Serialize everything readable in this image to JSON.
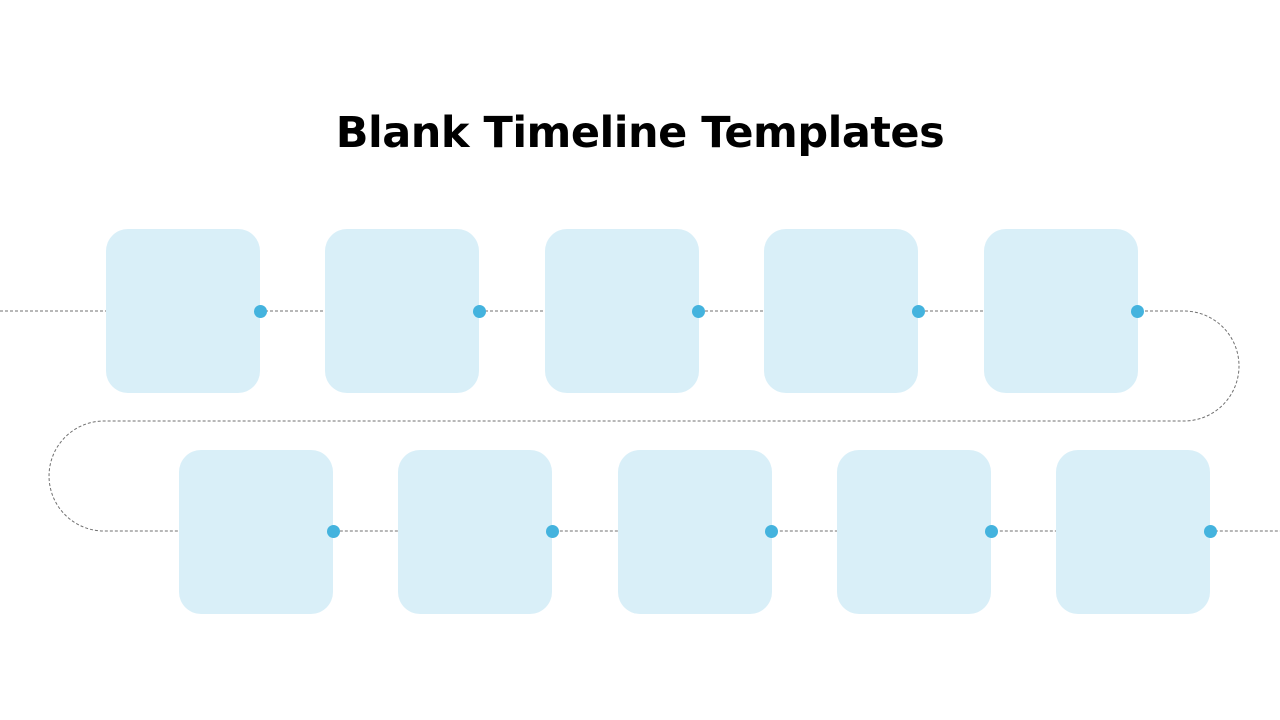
{
  "title": "Blank Timeline Templates",
  "colors": {
    "box_fill": "#d9eff8",
    "dot": "#44b3de",
    "connector": "#707070",
    "title": "#000000"
  },
  "timeline": {
    "rows": [
      {
        "row": 1,
        "steps": [
          {
            "index": 1,
            "label": ""
          },
          {
            "index": 2,
            "label": ""
          },
          {
            "index": 3,
            "label": ""
          },
          {
            "index": 4,
            "label": ""
          },
          {
            "index": 5,
            "label": ""
          }
        ]
      },
      {
        "row": 2,
        "steps": [
          {
            "index": 6,
            "label": ""
          },
          {
            "index": 7,
            "label": ""
          },
          {
            "index": 8,
            "label": ""
          },
          {
            "index": 9,
            "label": ""
          },
          {
            "index": 10,
            "label": ""
          }
        ]
      }
    ]
  }
}
